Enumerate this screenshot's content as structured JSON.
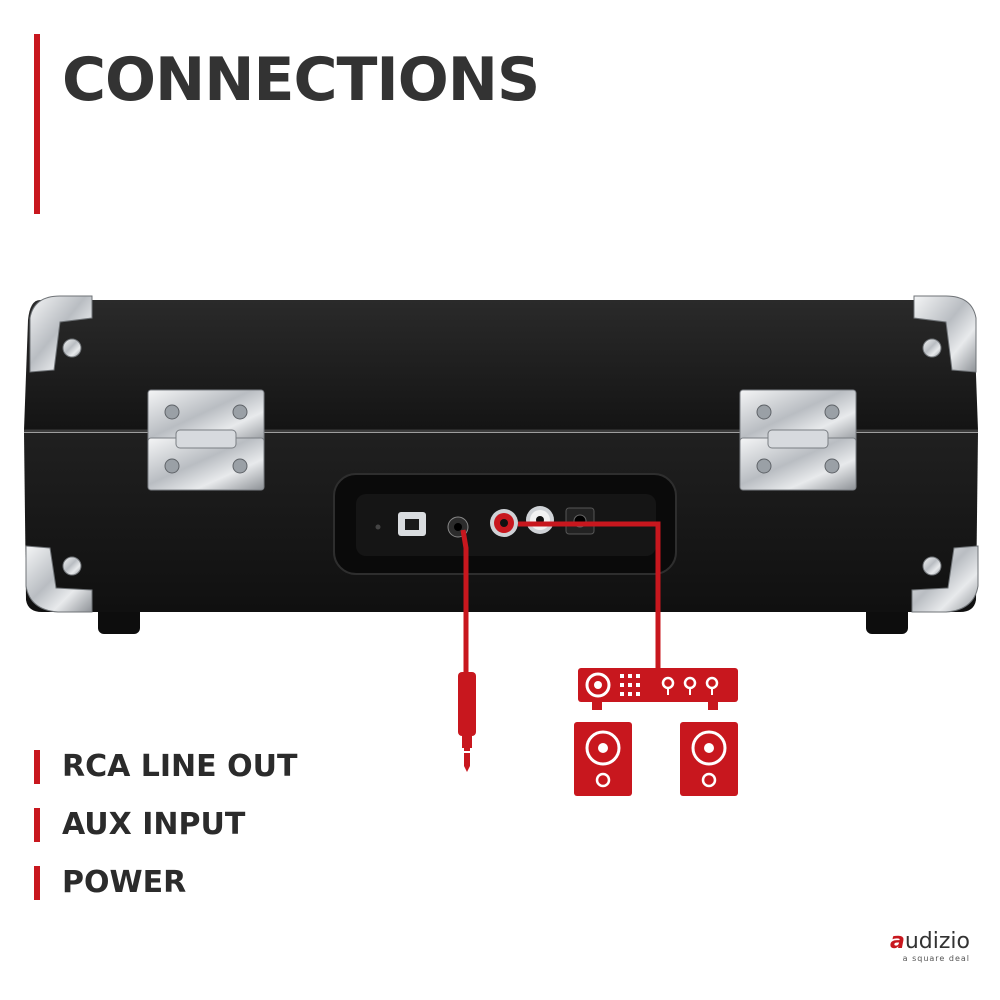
{
  "heading": {
    "title": "CONNECTIONS"
  },
  "features": [
    {
      "label": "RCA LINE OUT"
    },
    {
      "label": "AUX INPUT"
    },
    {
      "label": "POWER"
    }
  ],
  "illustration": {
    "icons": [
      "usb-port-icon",
      "aux-jack-icon",
      "rca-red-icon",
      "rca-white-icon",
      "dc-power-icon",
      "aux-cable-icon",
      "amplifier-icon",
      "speaker-icon"
    ]
  },
  "brand": {
    "name": "audizio",
    "tagline": "a square deal"
  },
  "colors": {
    "accent": "#c8171e",
    "heading": "#333333",
    "case": "#161616",
    "metal": "#cfd2d6"
  }
}
